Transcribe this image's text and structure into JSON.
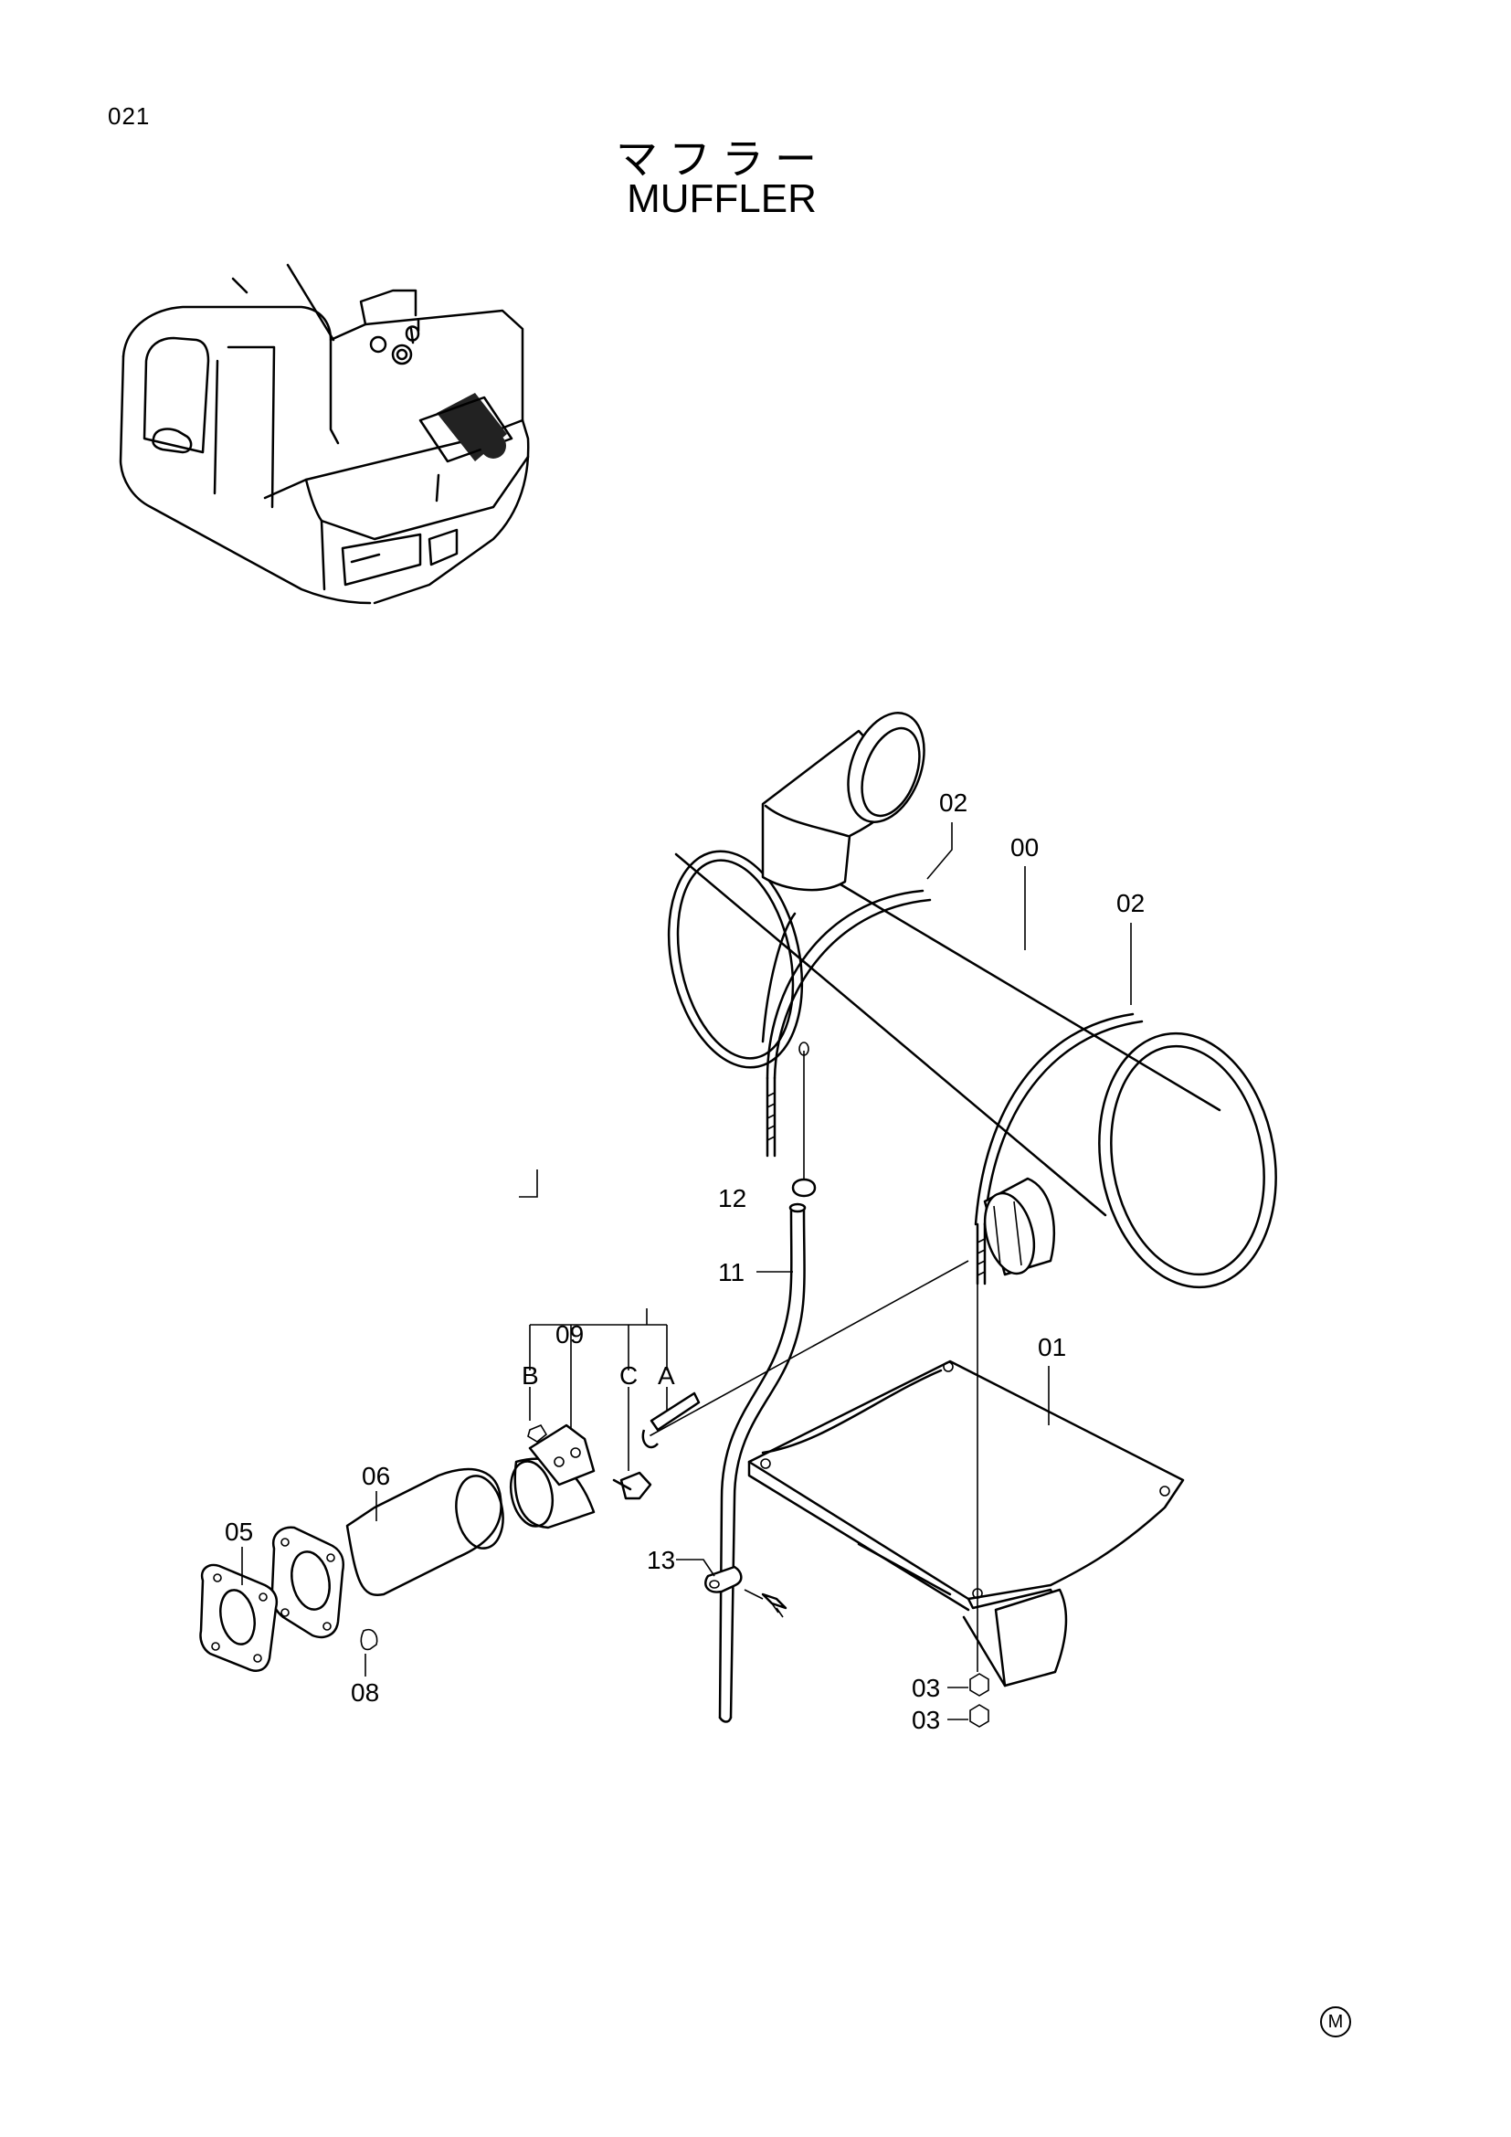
{
  "page": {
    "code": "021",
    "title_jp": "マフラー",
    "title_en": "MUFFLER",
    "mark": "M"
  },
  "callouts": {
    "c00": "00",
    "c01": "01",
    "c02a": "02",
    "c02b": "02",
    "c03a": "03",
    "c03b": "03",
    "c05": "05",
    "c06": "06",
    "c08": "08",
    "c09": "09",
    "c11": "11",
    "c12": "12",
    "c13": "13",
    "sub_a": "A",
    "sub_b": "B",
    "sub_c": "C"
  }
}
